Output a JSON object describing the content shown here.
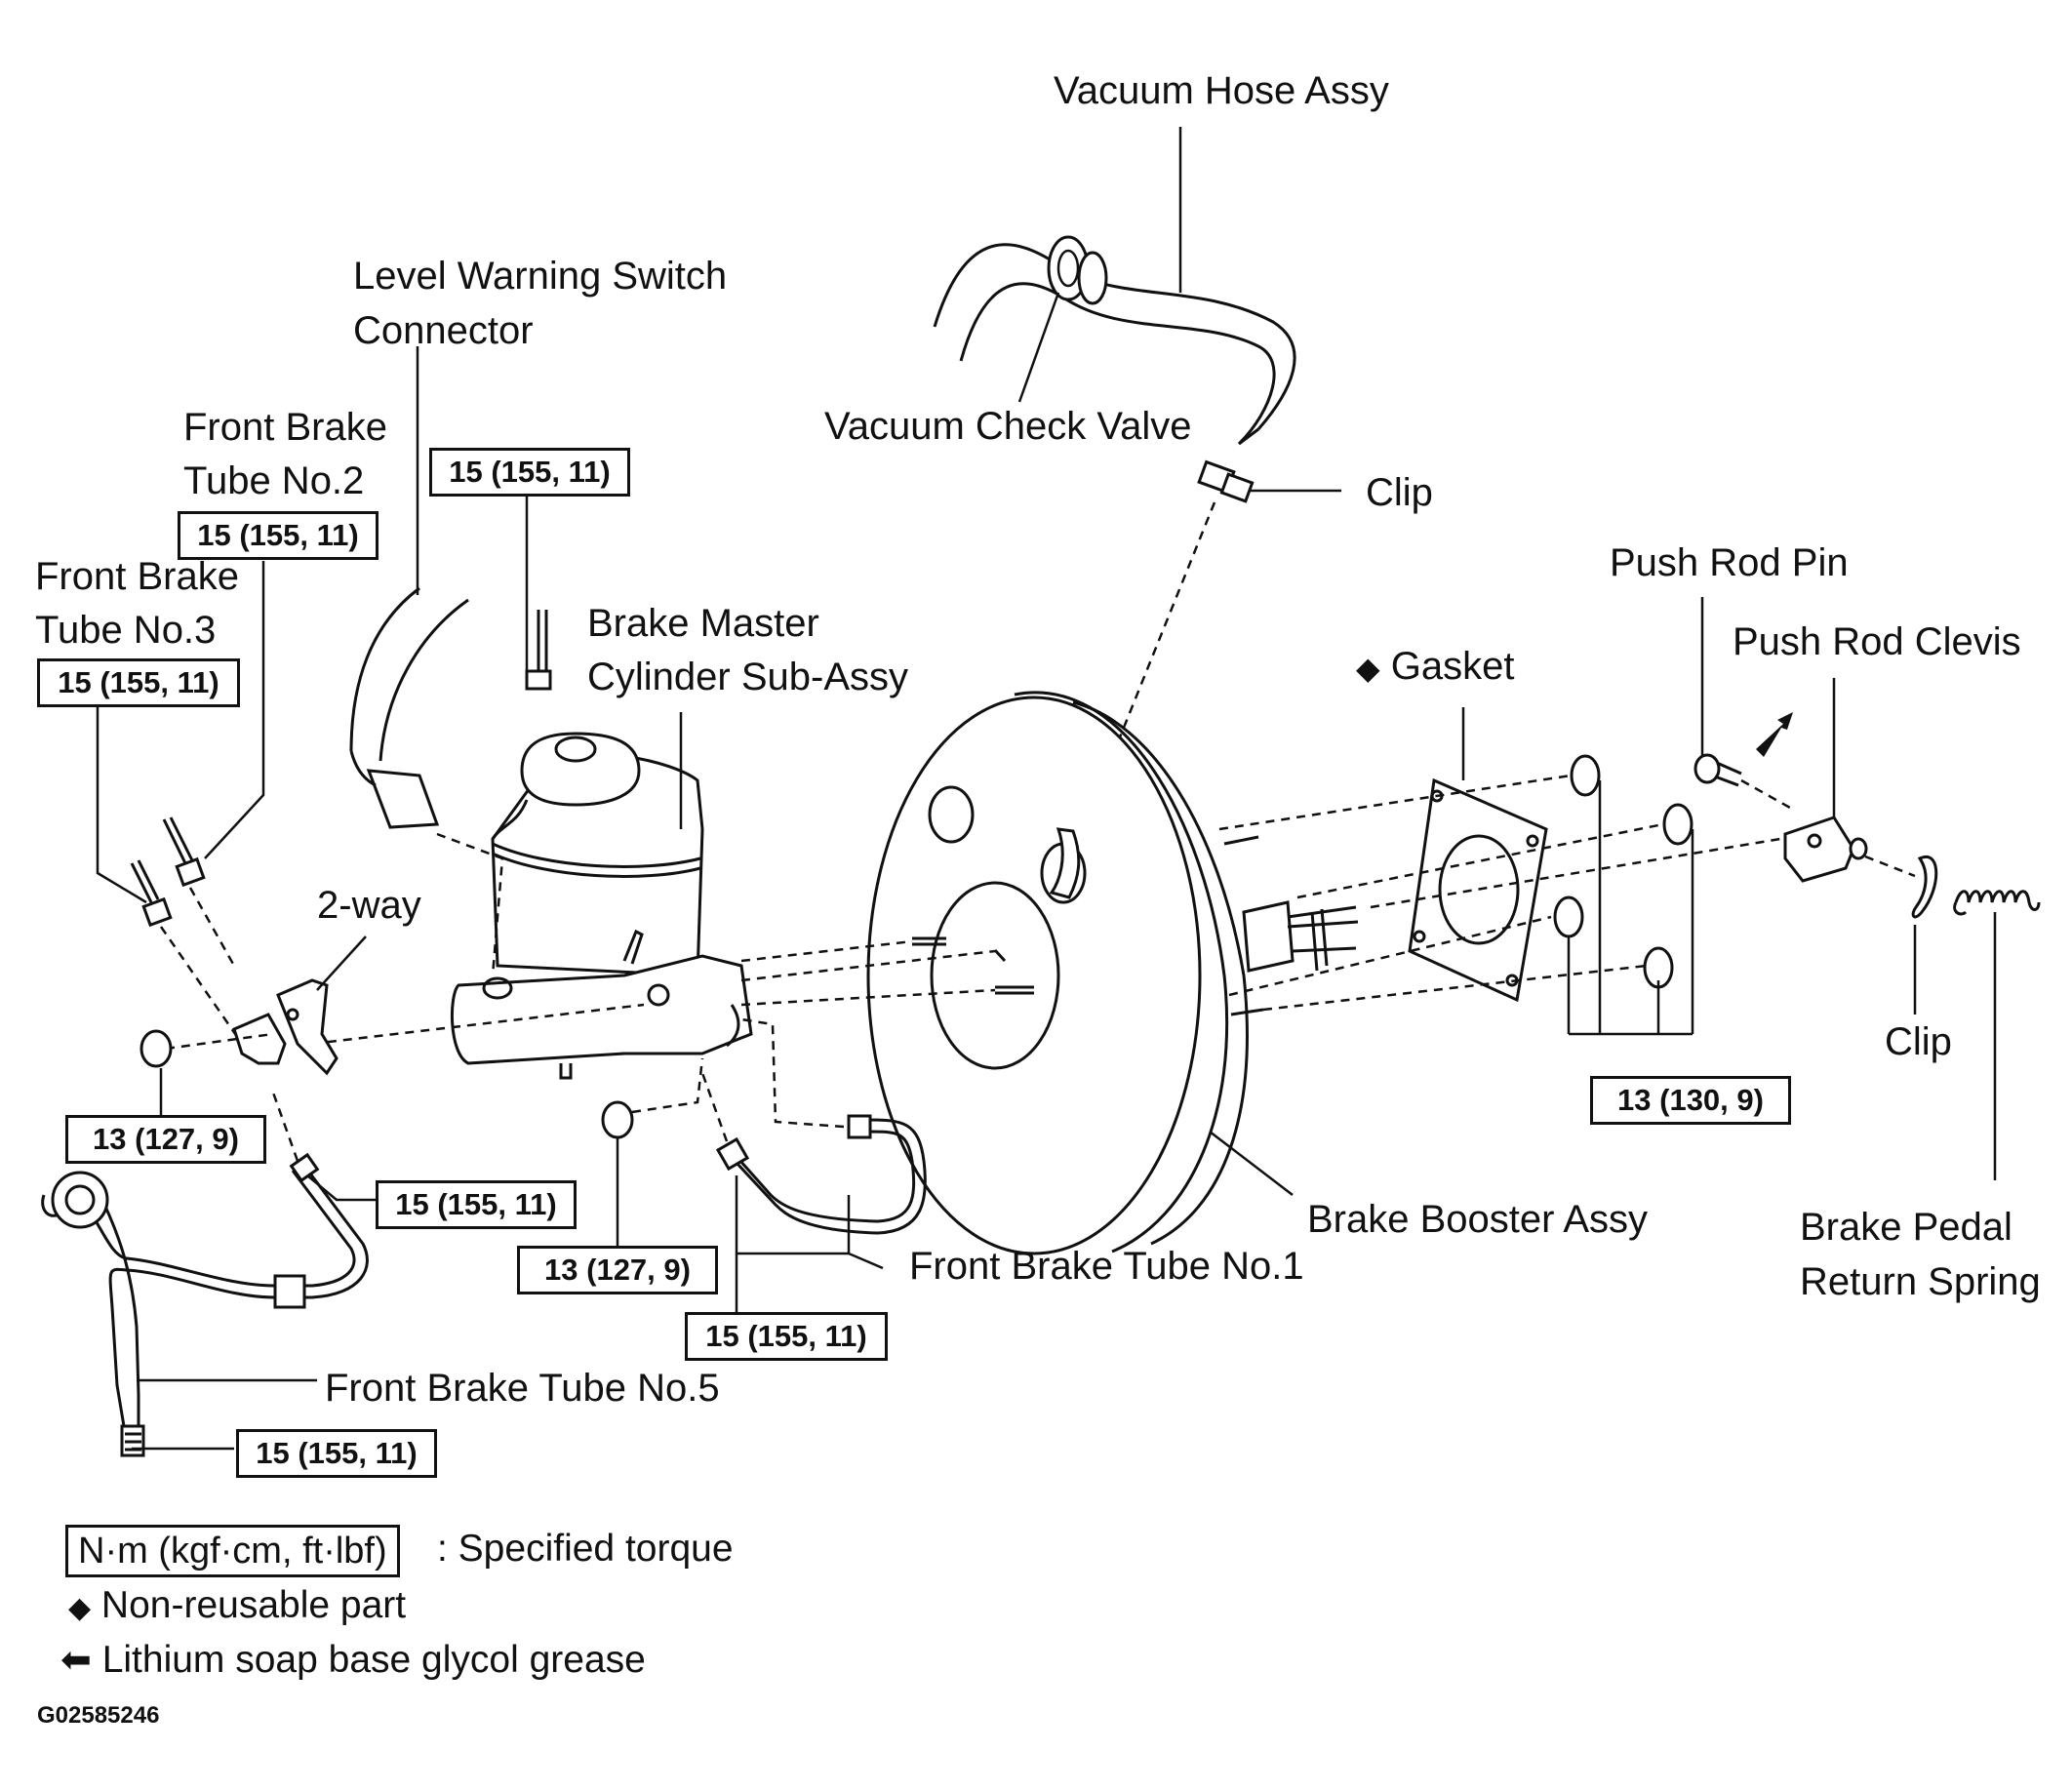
{
  "labels": {
    "vacuum_hose_assy": "Vacuum Hose Assy",
    "level_warning_switch_1": "Level Warning Switch",
    "level_warning_switch_2": "Connector",
    "vacuum_check_valve": "Vacuum Check Valve",
    "front_brake_tube_no2_1": "Front Brake",
    "front_brake_tube_no2_2": "Tube No.2",
    "front_brake_tube_no3_1": "Front Brake",
    "front_brake_tube_no3_2": "Tube No.3",
    "clip_top": "Clip",
    "push_rod_pin": "Push Rod Pin",
    "brake_master_cylinder_1": "Brake Master",
    "brake_master_cylinder_2": "Cylinder Sub-Assy",
    "gasket": "Gasket",
    "push_rod_clevis": "Push Rod Clevis",
    "two_way": "2-way",
    "clip_right": "Clip",
    "brake_booster_assy": "Brake Booster Assy",
    "front_brake_tube_no1": "Front Brake Tube No.1",
    "brake_pedal_return_spring_1": "Brake Pedal",
    "brake_pedal_return_spring_2": "Return Spring",
    "front_brake_tube_no5": "Front Brake Tube No.5"
  },
  "torques": {
    "tube_no2": "15 (155, 11)",
    "level_switch": "15 (155, 11)",
    "tube_no3": "15 (155, 11)",
    "two_way_nut": "13 (127, 9)",
    "tube_no5_upper": "15 (155, 11)",
    "master_cyl_nut": "13 (127, 9)",
    "tube_no1": "15 (155, 11)",
    "booster_nuts": "13 (130, 9)",
    "tube_no5_lower": "15 (155, 11)"
  },
  "legend": {
    "torque_unit": "N·m (kgf·cm, ft·lbf)",
    "torque_desc": ": Specified torque",
    "non_reusable_symbol": "◆",
    "non_reusable": "Non-reusable part",
    "grease_symbol": "⬅",
    "grease": "Lithium soap base glycol grease",
    "gasket_symbol": "◆"
  },
  "figure_id": "G02585246"
}
